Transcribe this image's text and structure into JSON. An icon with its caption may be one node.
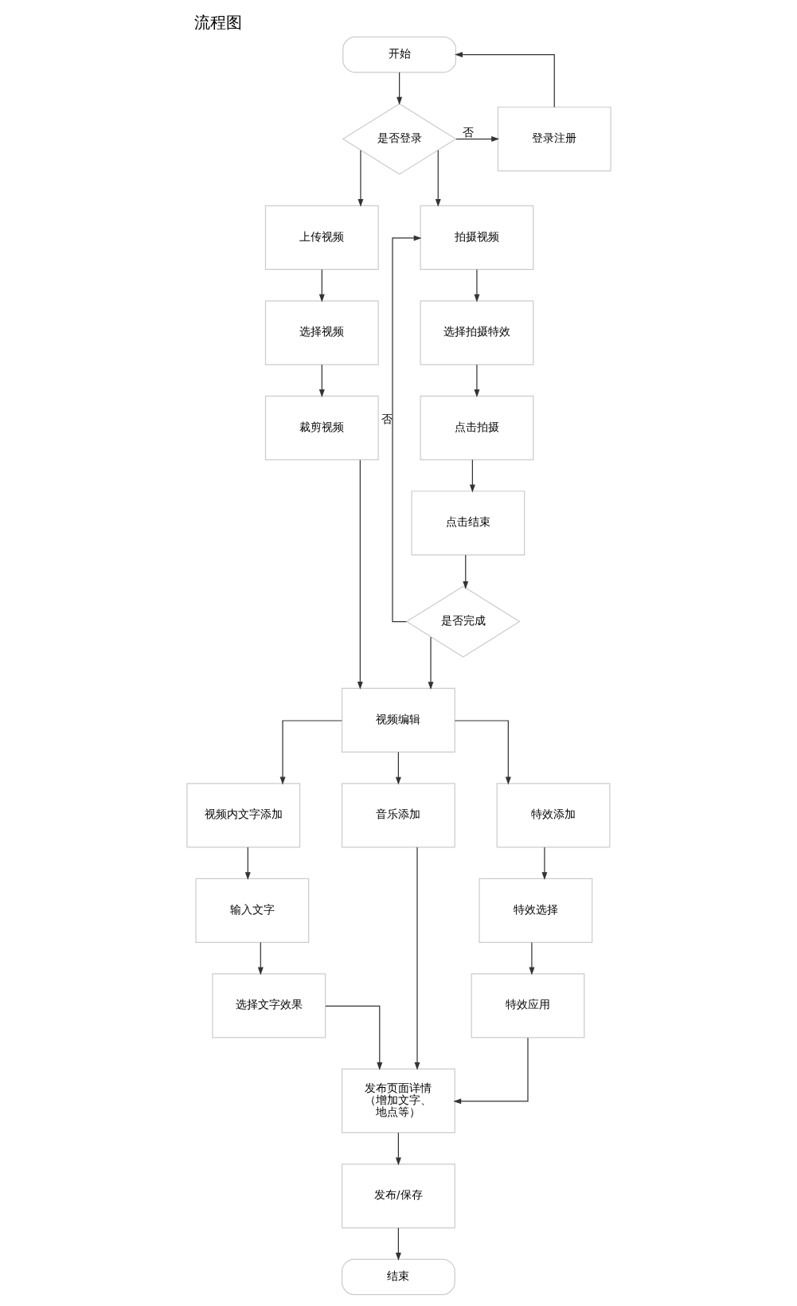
{
  "diagram": {
    "title": "流程图",
    "nodes": [
      {
        "text": [
          "开始"
        ]
      },
      {
        "text": [
          "是否登录"
        ]
      },
      {
        "text": [
          "登录注册"
        ]
      },
      {
        "text": [
          "上传视频"
        ]
      },
      {
        "text": [
          "拍摄视频"
        ]
      },
      {
        "text": [
          "选择视频"
        ]
      },
      {
        "text": [
          "选择拍摄特效"
        ]
      },
      {
        "text": [
          "裁剪视频"
        ]
      },
      {
        "text": [
          "点击拍摄"
        ]
      },
      {
        "text": [
          "点击结束"
        ]
      },
      {
        "text": [
          "是否完成"
        ]
      },
      {
        "text": [
          "视频编辑"
        ]
      },
      {
        "text": [
          "视频内文字添加"
        ]
      },
      {
        "text": [
          "音乐添加"
        ]
      },
      {
        "text": [
          "特效添加"
        ]
      },
      {
        "text": [
          "输入文字"
        ]
      },
      {
        "text": [
          "特效选择"
        ]
      },
      {
        "text": [
          "选择文字效果"
        ]
      },
      {
        "text": [
          "特效应用"
        ]
      },
      {
        "text": [
          "发布页面详情（增加文字、地点等）"
        ]
      },
      {
        "text": [
          "发布/保存"
        ]
      },
      {
        "text": [
          "结束"
        ]
      }
    ],
    "edges": [
      {
        "from": 0,
        "to": 1,
        "arrow": "to"
      },
      {
        "from": 1,
        "to": 2,
        "arrow": "to",
        "label": "否"
      },
      {
        "from": 2,
        "to": 0,
        "arrow": "to"
      },
      {
        "from": 1,
        "to": 3,
        "arrow": "to"
      },
      {
        "from": 1,
        "to": 4,
        "arrow": "to"
      },
      {
        "from": 3,
        "to": 5,
        "arrow": "to"
      },
      {
        "from": 5,
        "to": 7,
        "arrow": "to"
      },
      {
        "from": 4,
        "to": 6,
        "arrow": "to"
      },
      {
        "from": 6,
        "to": 8,
        "arrow": "to"
      },
      {
        "from": 8,
        "to": 9,
        "arrow": "to"
      },
      {
        "from": 9,
        "to": 10,
        "arrow": "to"
      },
      {
        "from": 10,
        "to": 4,
        "arrow": "to",
        "label": "否"
      },
      {
        "from": 7,
        "to": 11,
        "arrow": "to"
      },
      {
        "from": 10,
        "to": 11,
        "arrow": "to"
      },
      {
        "from": 11,
        "to": 12,
        "arrow": "to"
      },
      {
        "from": 11,
        "to": 13,
        "arrow": "to"
      },
      {
        "from": 11,
        "to": 14,
        "arrow": "to"
      },
      {
        "from": 12,
        "to": 15,
        "arrow": "to"
      },
      {
        "from": 15,
        "to": 17,
        "arrow": "to"
      },
      {
        "from": 14,
        "to": 16,
        "arrow": "to"
      },
      {
        "from": 16,
        "to": 18,
        "arrow": "to"
      },
      {
        "from": 17,
        "to": 19,
        "arrow": "to"
      },
      {
        "from": 13,
        "to": 19,
        "arrow": "to"
      },
      {
        "from": 18,
        "to": 19,
        "arrow": "to"
      },
      {
        "from": 19,
        "to": 20,
        "arrow": "to"
      },
      {
        "from": 20,
        "to": 21,
        "arrow": "to"
      }
    ]
  }
}
